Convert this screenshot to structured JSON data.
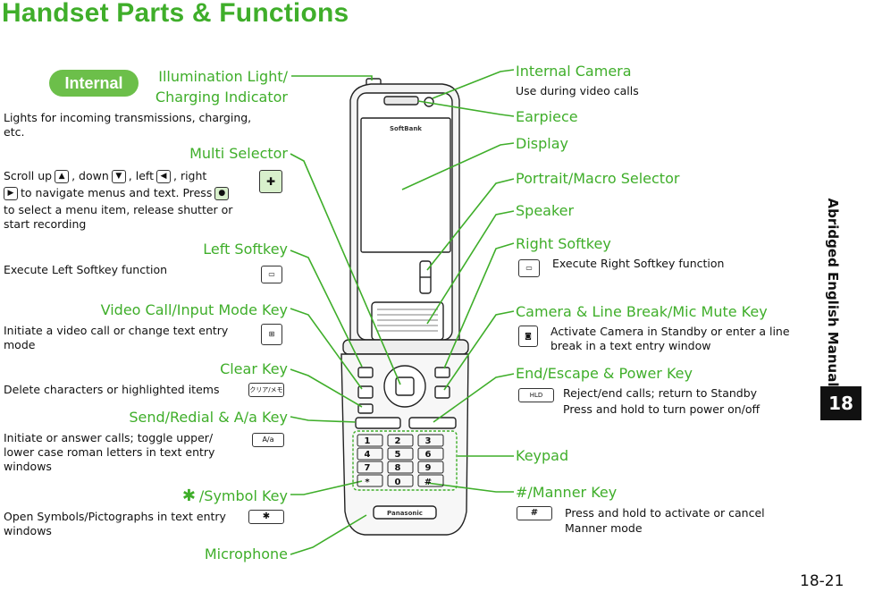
{
  "page_title": "Handset Parts & Functions",
  "badge": "Internal",
  "sidebar_text": "Abridged English Manual",
  "chapter_number": "18",
  "page_number": "18-21",
  "phone_brand_top": "SoftBank",
  "phone_brand_bottom": "Panasonic",
  "left": {
    "illumination_1": "Illumination Light/",
    "illumination_2": "Charging Indicator",
    "illumination_desc_1": "Lights for incoming transmissions, charging,",
    "illumination_desc_2": "etc.",
    "multi_selector": "Multi Selector",
    "multi_desc_1": "Scroll up",
    "multi_desc_1b": ", down",
    "multi_desc_1c": ", left",
    "multi_desc_1d": ", right",
    "multi_desc_2": "to navigate menus and text. Press",
    "multi_desc_3": "to select a menu item, release shutter or",
    "multi_desc_4": "start recording",
    "left_softkey": "Left Softkey",
    "left_softkey_desc": "Execute Left Softkey function",
    "video_call": "Video Call/Input Mode Key",
    "video_call_desc_1": "Initiate a video call or change text entry",
    "video_call_desc_2": "mode",
    "clear_key": "Clear Key",
    "clear_key_desc": "Delete characters or highlighted items",
    "clear_icon": "クリア/メモ",
    "send_key": "Send/Redial & A/a Key",
    "send_desc_1": "Initiate or answer calls; toggle upper/",
    "send_desc_2": "lower case roman letters in text entry",
    "send_desc_3": "windows",
    "send_icon": "A/a",
    "symbol_key": "/Symbol Key",
    "symbol_desc_1": "Open Symbols/Pictographs in text entry",
    "symbol_desc_2": "windows",
    "microphone": "Microphone"
  },
  "right": {
    "internal_camera": "Internal Camera",
    "internal_camera_desc": "Use during video calls",
    "earpiece": "Earpiece",
    "display": "Display",
    "portrait_macro": "Portrait/Macro Selector",
    "speaker": "Speaker",
    "right_softkey": "Right Softkey",
    "right_softkey_desc": "Execute Right Softkey function",
    "camera_key": "Camera & Line Break/Mic Mute Key",
    "camera_desc_1": "Activate Camera in Standby or enter a line",
    "camera_desc_2": "break in a text entry window",
    "end_key": "End/Escape & Power Key",
    "end_desc_1": "Reject/end calls; return to Standby",
    "end_desc_2": "Press and hold to turn power on/off",
    "end_icon": "HLD",
    "keypad": "Keypad",
    "manner_key": "#/Manner Key",
    "manner_desc_1": "Press and hold to activate or cancel",
    "manner_desc_2": "Manner mode"
  },
  "keypad_keys": [
    [
      "1",
      "2",
      "3"
    ],
    [
      "4",
      "5",
      "6"
    ],
    [
      "7",
      "8",
      "9"
    ],
    [
      "*",
      "0",
      "#"
    ]
  ],
  "colors": {
    "label_green": "#3fae2a",
    "badge_green": "#6cbf4a",
    "chapter_box": "#111111"
  }
}
